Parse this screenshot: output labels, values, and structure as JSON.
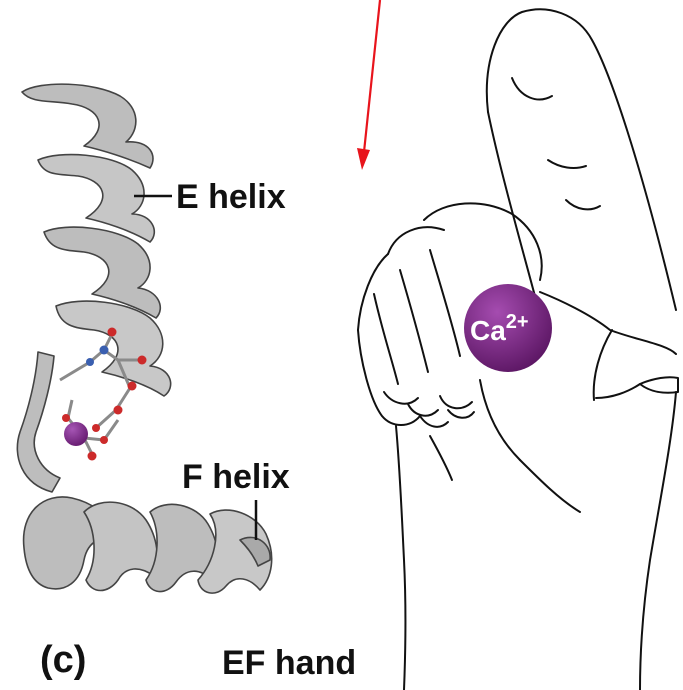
{
  "labels": {
    "e_helix": "E helix",
    "f_helix": "F helix",
    "panel": "(c)",
    "caption": "EF hand",
    "ion": "Ca",
    "ion_charge": "2+"
  },
  "colors": {
    "arrow": "#e8141c",
    "ribbon": "#b9b9b9",
    "ion": "#7d2585",
    "oxygen": "#cc2a2a",
    "nitrogen": "#3a5fb0"
  }
}
